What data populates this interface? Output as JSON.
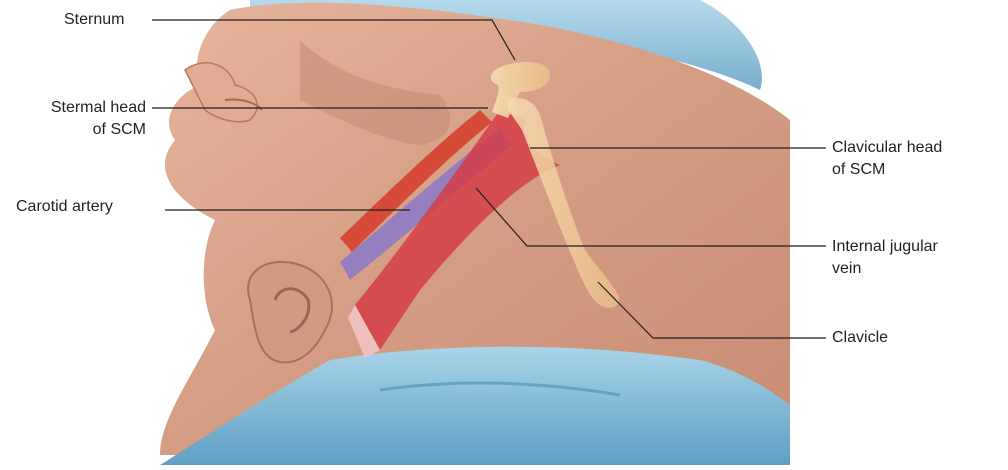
{
  "labels": {
    "sternum": "Sternum",
    "sternal_head_line1": "Stermal head",
    "sternal_head_line2": "of SCM",
    "carotid": "Carotid artery",
    "clavicular_head_line1": "Clavicular head",
    "clavicular_head_line2": "of SCM",
    "ijv_line1": "Internal jugular",
    "ijv_line2": "vein",
    "clavicle": "Clavicle"
  },
  "colors": {
    "skin": "#d9a48c",
    "skin_shadow": "#b97c66",
    "drape": "#8fc3dc",
    "drape_dark": "#5d9cc0",
    "bone": "#f1cf9e",
    "artery": "#d6402f",
    "vein": "#8f7bc4",
    "muscle": "#d63a43",
    "leader_line": "#231f20"
  }
}
